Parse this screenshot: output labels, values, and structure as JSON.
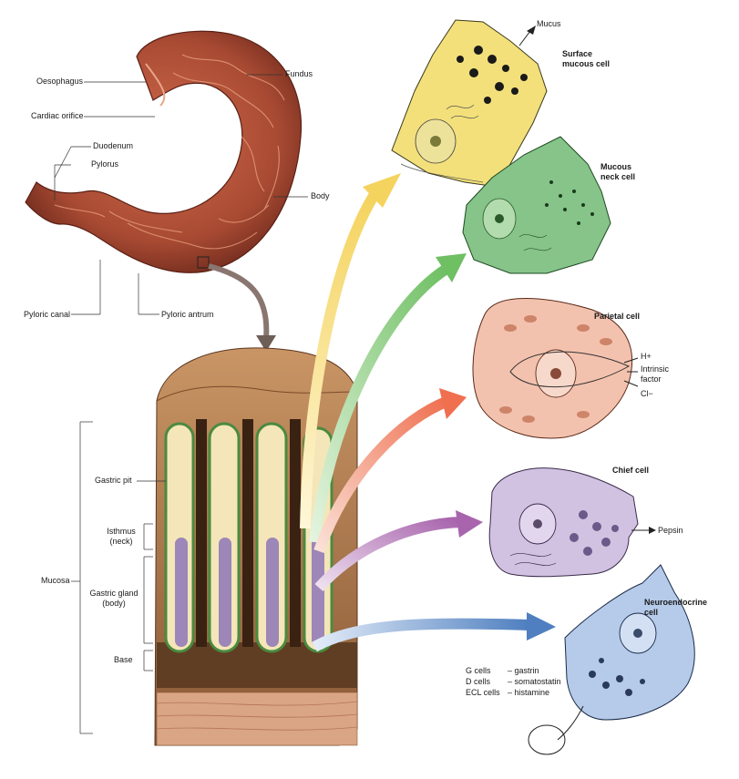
{
  "stomach_labels": {
    "oesophagus": "Oesophagus",
    "cardiac_orifice": "Cardiac orifice",
    "duodenum": "Duodenum",
    "pylorus": "Pylorus",
    "fundus": "Fundus",
    "body": "Body",
    "pyloric_canal": "Pyloric canal",
    "pyloric_antrum": "Pyloric antrum"
  },
  "mucosa_labels": {
    "gastric_pit": "Gastric pit",
    "isthmus_line1": "Isthmus",
    "isthmus_line2": "(neck)",
    "mucosa": "Mucosa",
    "gastric_gland_line1": "Gastric gland",
    "gastric_gland_line2": "(body)",
    "base": "Base"
  },
  "cells": {
    "surface_mucous": {
      "line1": "Surface",
      "line2": "mucous cell",
      "secretion": "Mucus"
    },
    "mucous_neck": {
      "line1": "Mucous",
      "line2": "neck cell"
    },
    "parietal": {
      "name": "Parietal cell",
      "out1": "H+",
      "out2_line1": "Intrinsic",
      "out2_line2": "factor",
      "out3": "Cl−"
    },
    "chief": {
      "name": "Chief cell",
      "secretion": "Pepsin"
    },
    "neuroendocrine": {
      "line1": "Neuroendocrine",
      "line2": "cell"
    }
  },
  "endocrine_table": [
    {
      "cell": "G cells",
      "product": "– gastrin"
    },
    {
      "cell": "D cells",
      "product": "– somatostatin"
    },
    {
      "cell": "ECL cells",
      "product": "– histamine"
    }
  ],
  "colors": {
    "stomach": "#b5523a",
    "surface_mucous_cell": "#f3e07a",
    "mucous_neck_cell": "#86c48a",
    "parietal_cell": "#f3c2ae",
    "chief_cell": "#d2c2e2",
    "neuroendocrine_cell": "#b5cbe9",
    "arrow_yellow": "#f4d35e",
    "arrow_green": "#86c878",
    "arrow_red": "#ef7a5a",
    "arrow_purple": "#b27ab8",
    "arrow_blue": "#5a86c6",
    "arrow_brown": "#8a7670"
  }
}
